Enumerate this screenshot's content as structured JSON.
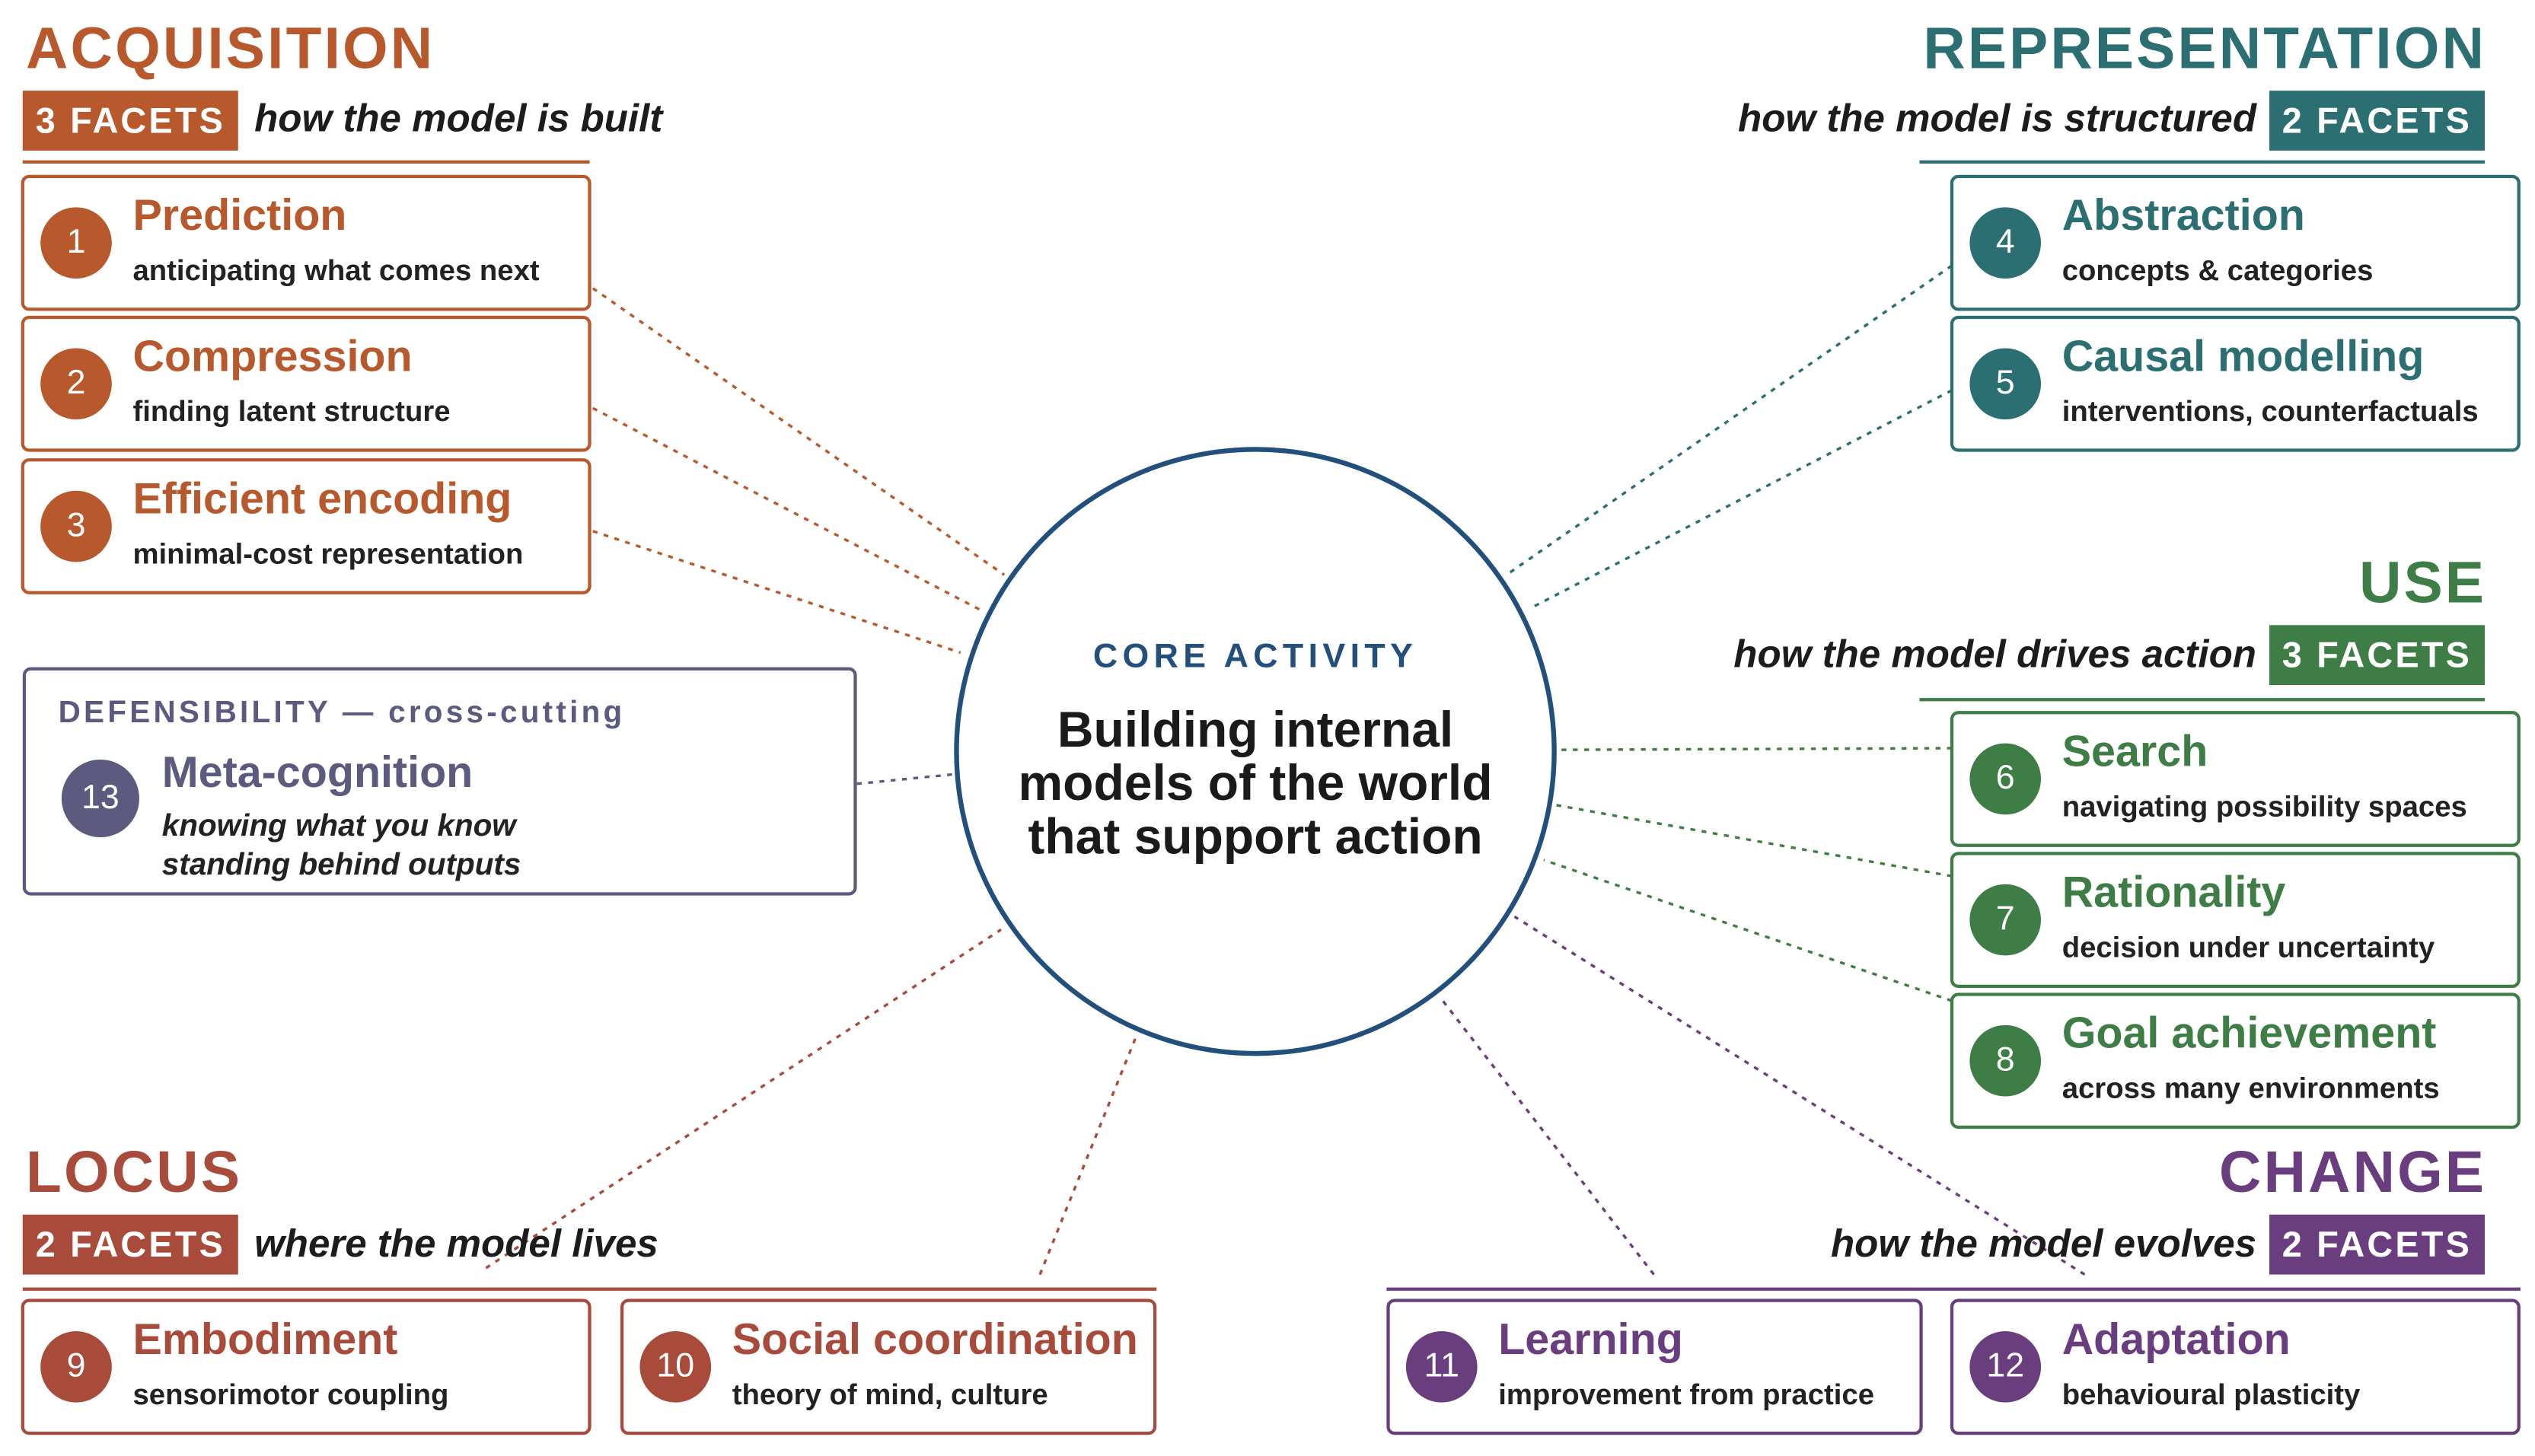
{
  "colors": {
    "acquisition": "#b7592c",
    "representation": "#2b6f73",
    "use": "#3e7d45",
    "locus": "#a84b3a",
    "change": "#6a3d7e",
    "defensibility": "#5c5a7e",
    "core": "#234f7c"
  },
  "core": {
    "label": "CORE ACTIVITY",
    "line1": "Building internal",
    "line2": "models of the world",
    "line3": "that support action"
  },
  "acquisition": {
    "title": "ACQUISITION",
    "badge": "3 FACETS",
    "tagline": "how the model is built",
    "facets": [
      {
        "num": "1",
        "title": "Prediction",
        "subtitle": "anticipating what comes next"
      },
      {
        "num": "2",
        "title": "Compression",
        "subtitle": "finding latent structure"
      },
      {
        "num": "3",
        "title": "Efficient encoding",
        "subtitle": "minimal-cost representation"
      }
    ]
  },
  "representation": {
    "title": "REPRESENTATION",
    "badge": "2 FACETS",
    "tagline": "how the model is structured",
    "facets": [
      {
        "num": "4",
        "title": "Abstraction",
        "subtitle": "concepts & categories"
      },
      {
        "num": "5",
        "title": "Causal modelling",
        "subtitle": "interventions, counterfactuals"
      }
    ]
  },
  "use": {
    "title": "USE",
    "badge": "3 FACETS",
    "tagline": "how the model drives action",
    "facets": [
      {
        "num": "6",
        "title": "Search",
        "subtitle": "navigating possibility spaces"
      },
      {
        "num": "7",
        "title": "Rationality",
        "subtitle": "decision under uncertainty"
      },
      {
        "num": "8",
        "title": "Goal achievement",
        "subtitle": "across many environments"
      }
    ]
  },
  "locus": {
    "title": "LOCUS",
    "badge": "2 FACETS",
    "tagline": "where the model lives",
    "facets": [
      {
        "num": "9",
        "title": "Embodiment",
        "subtitle": "sensorimotor coupling"
      },
      {
        "num": "10",
        "title": "Social coordination",
        "subtitle": "theory of mind, culture"
      }
    ]
  },
  "change": {
    "title": "CHANGE",
    "badge": "2 FACETS",
    "tagline": "how the model evolves",
    "facets": [
      {
        "num": "11",
        "title": "Learning",
        "subtitle": "improvement from practice"
      },
      {
        "num": "12",
        "title": "Adaptation",
        "subtitle": "behavioural plasticity"
      }
    ]
  },
  "defensibility": {
    "label": "DEFENSIBILITY — cross-cutting",
    "num": "13",
    "title": "Meta-cognition",
    "line1": "knowing what you know",
    "line2": "standing behind outputs"
  }
}
